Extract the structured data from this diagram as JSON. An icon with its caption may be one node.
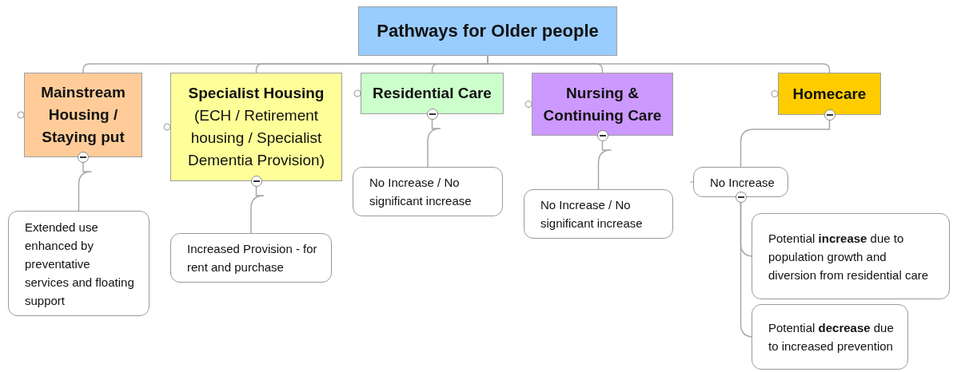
{
  "diagram": {
    "nodes": [
      {
        "text": [
          "Pathways for Older people"
        ]
      },
      {
        "text": [
          "Mainstream Housing / Staying put"
        ]
      },
      {
        "text": [
          "Specialist Housing",
          "(ECH / Retirement housing / Specialist Dementia Provision)"
        ]
      },
      {
        "text": [
          "Residential Care"
        ]
      },
      {
        "text": [
          "Nursing & Continuing Care"
        ]
      },
      {
        "text": [
          "Homecare"
        ]
      },
      {
        "text": [
          "Extended use enhanced by preventative services and floating support"
        ]
      },
      {
        "text": [
          "Increased Provision - for rent and purchase"
        ]
      },
      {
        "text": [
          "No Increase / No significant increase"
        ]
      },
      {
        "text": [
          "No Increase / No significant increase"
        ]
      },
      {
        "text": [
          "No Increase"
        ]
      },
      {
        "text": [
          "Potential **increase** due to population growth and diversion from residential care"
        ]
      },
      {
        "text": [
          "Potential **decrease** due to increased prevention"
        ]
      }
    ],
    "edges": [
      {
        "from": 0,
        "to": 1,
        "arrow": "none"
      },
      {
        "from": 0,
        "to": 2,
        "arrow": "none"
      },
      {
        "from": 0,
        "to": 3,
        "arrow": "none"
      },
      {
        "from": 0,
        "to": 4,
        "arrow": "none"
      },
      {
        "from": 0,
        "to": 5,
        "arrow": "none"
      },
      {
        "from": 1,
        "to": 6,
        "arrow": "none"
      },
      {
        "from": 2,
        "to": 7,
        "arrow": "none"
      },
      {
        "from": 3,
        "to": 8,
        "arrow": "none"
      },
      {
        "from": 4,
        "to": 9,
        "arrow": "none"
      },
      {
        "from": 5,
        "to": 10,
        "arrow": "none"
      },
      {
        "from": 10,
        "to": 11,
        "arrow": "none"
      },
      {
        "from": 10,
        "to": 12,
        "arrow": "none"
      }
    ]
  }
}
